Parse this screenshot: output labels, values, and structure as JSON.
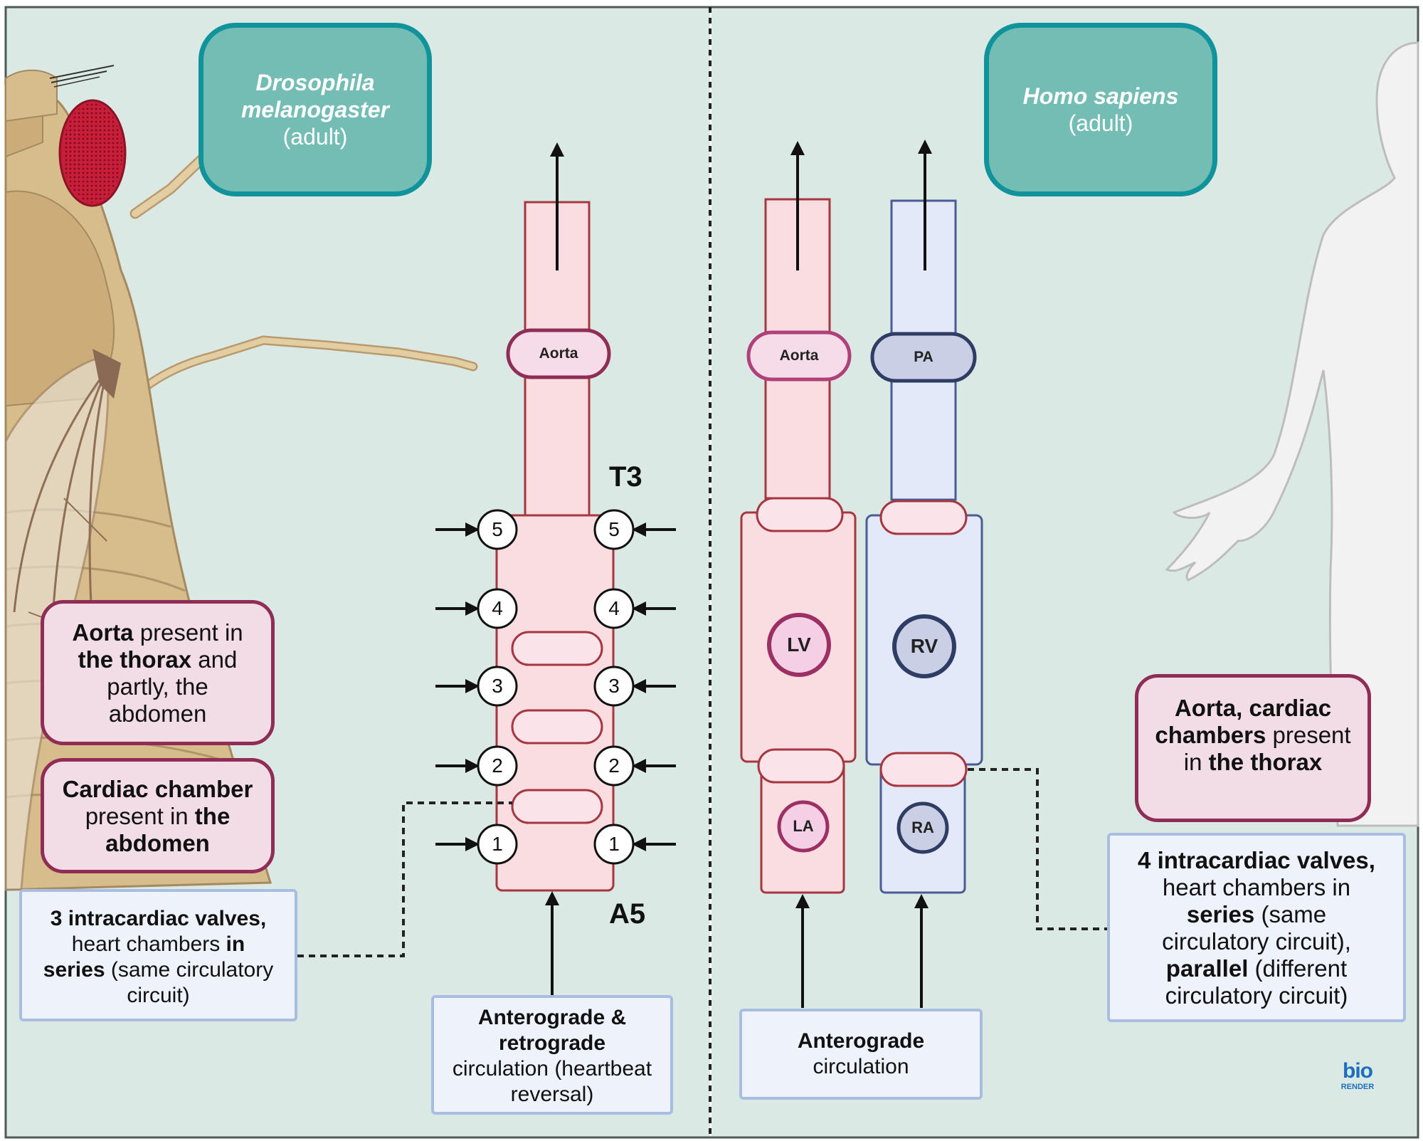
{
  "colors": {
    "panel_bg": "#dbe9e5",
    "fly_red": "#c81e3a",
    "aorta_pink": "#f9dde0",
    "venous_blue": "#e3e9f9",
    "teal_box": "#74bdb5",
    "biorender_blue": "#1c6fbf"
  },
  "left_panel": {
    "species_name": "Drosophila\nmelanogaster",
    "species_stage": "(adult)",
    "aorta_label": "Aorta",
    "segment_top": "T3",
    "segment_bottom": "A5",
    "ostia_numbers": [
      "5",
      "4",
      "3",
      "2",
      "1"
    ],
    "note_aorta": {
      "t1": "Aorta",
      "t2": " present in ",
      "t3": "the thorax",
      "t4": " and partly, the abdomen"
    },
    "note_chamber": {
      "t1": "Cardiac chamber",
      "t2": " present in ",
      "t3": "the abdomen"
    },
    "note_valves": {
      "t1": "3 intracardiac valves,",
      "t2": " heart chambers ",
      "t3": "in series",
      "t4": " (same circulatory circuit)"
    },
    "note_circulation": {
      "t1": "Anterograde & retrograde",
      "t2": "circulation (heartbeat reversal)"
    }
  },
  "right_panel": {
    "species_name": "Homo sapiens",
    "species_stage": "(adult)",
    "aorta_label": "Aorta",
    "pa_label": "PA",
    "lv_label": "LV",
    "rv_label": "RV",
    "la_label": "LA",
    "ra_label": "RA",
    "note_chambers": {
      "t1": "Aorta, cardiac chambers",
      "t2": " present in ",
      "t3": "the thorax"
    },
    "note_valves": {
      "t1": "4 intracardiac valves,",
      "t2": " heart chambers in ",
      "t3": "series",
      "t4": " (same circulatory circuit), ",
      "t5": "parallel",
      "t6": " (different circulatory circuit)"
    },
    "note_circulation": {
      "t1": "Anterograde",
      "t2": "circulation"
    }
  },
  "logo": {
    "top": "bio",
    "bottom": "RENDER"
  }
}
